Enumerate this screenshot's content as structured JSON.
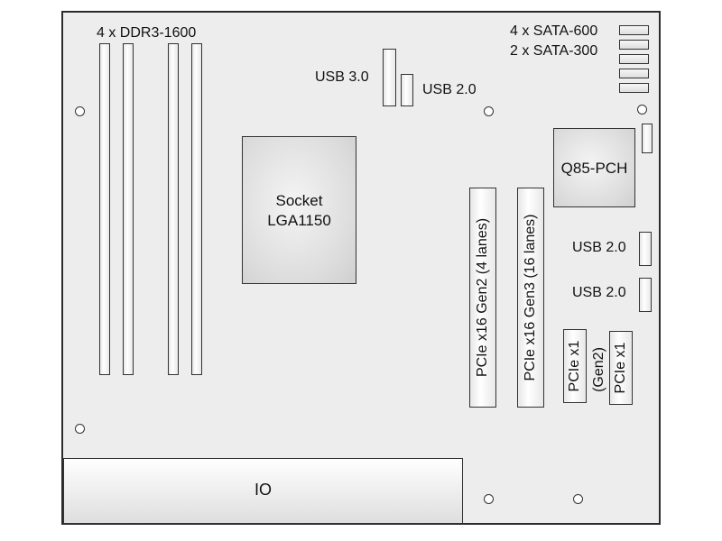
{
  "labels": {
    "ddr": "4 x DDR3-1600",
    "sata600": "4 x SATA-600",
    "sata300": "2 x SATA-300",
    "usb3": "USB 3.0",
    "usb2_top": "USB 2.0",
    "socket_line1": "Socket",
    "socket_line2": "LGA1150",
    "pch": "Q85-PCH",
    "usb2_right_1": "USB 2.0",
    "usb2_right_2": "USB 2.0",
    "pcie_gen2": "PCIe x16 Gen2 (4 lanes)",
    "pcie_gen3": "PCIe x16 Gen3 (16 lanes)",
    "pcie_x1_a": "PCIe x1",
    "pcie_x1_gen2": "(Gen2)",
    "pcie_x1_b": "PCIe x1",
    "io": "IO"
  }
}
